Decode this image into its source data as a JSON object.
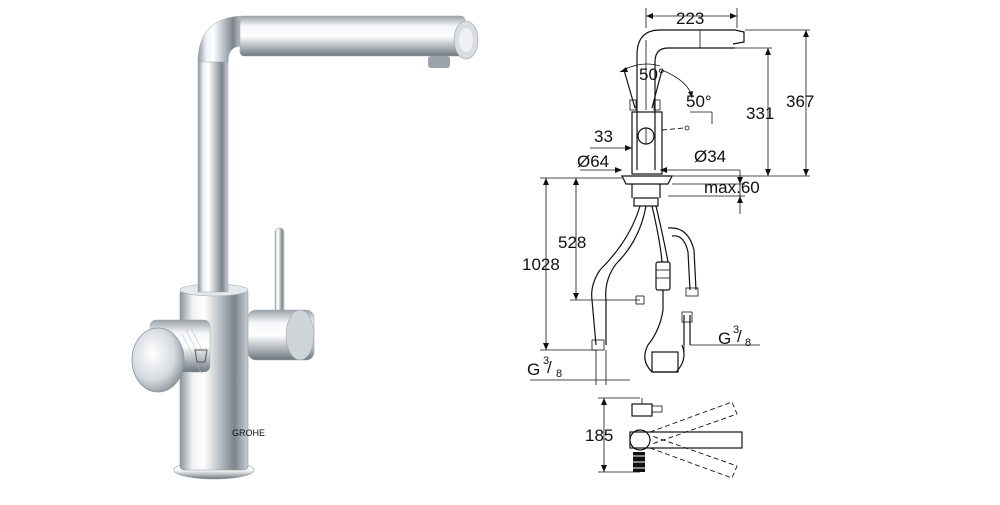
{
  "product": {
    "brand_logo_text": "GROHE",
    "icon": "faucet-photo"
  },
  "dimensions": {
    "spout_reach": "223",
    "spout_height": "331",
    "overall_height": "367",
    "swivel_angle_left": "50°",
    "swivel_angle_right": "50°",
    "body_width_33": "33",
    "base_diameter": "Ø64",
    "hole_diameter": "Ø34",
    "max_counter": "max.60",
    "hose_length_528": "528",
    "hose_length_1028": "1028",
    "thread_right_prefix": "G",
    "thread_right_num": "3",
    "thread_right_den": "8",
    "thread_left_prefix": "G",
    "thread_left_num": "3",
    "thread_left_den": "8",
    "top_view_185": "185"
  },
  "colors": {
    "chrome_light": "#f2f4f6",
    "chrome_mid": "#b9bfc6",
    "chrome_dark": "#5d646c",
    "line": "#111111"
  }
}
